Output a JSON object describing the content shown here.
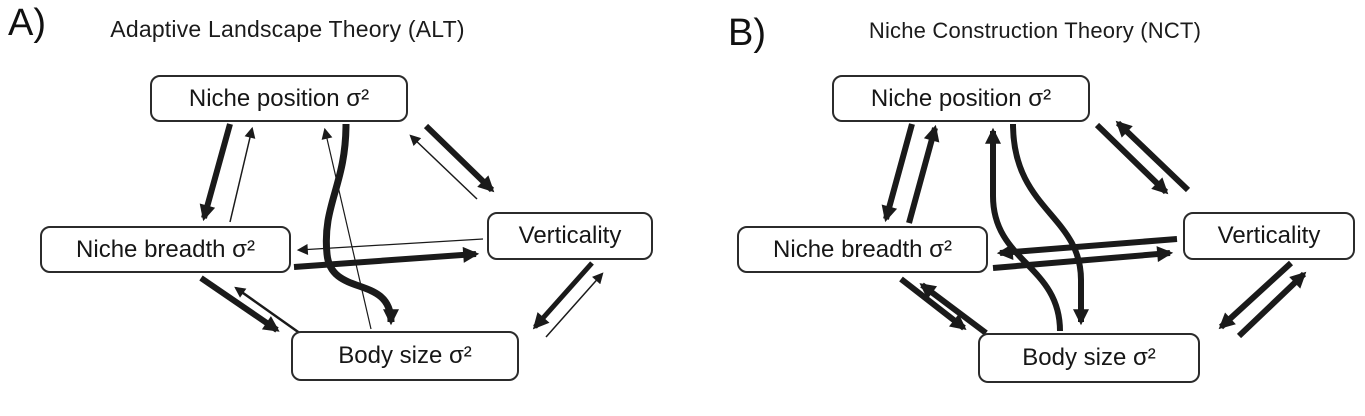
{
  "figure": {
    "description": "Two causal path diagrams comparing evolutionary theories",
    "background": "#ffffff"
  },
  "colors": {
    "arrow": "#1a1a1a",
    "node_border": "#2b2b2b",
    "text": "#111111"
  },
  "panels": [
    {
      "label": "A)",
      "title": "Adaptive Landscape Theory (ALT)",
      "nodes": {
        "niche_position": "Niche position σ²",
        "niche_breadth": "Niche breadth σ²",
        "verticality": "Verticality",
        "body_size": "Body size σ²"
      },
      "edges": [
        {
          "from": "niche_position",
          "to": "niche_breadth",
          "strength": "strong"
        },
        {
          "from": "niche_breadth",
          "to": "niche_position",
          "strength": "weak"
        },
        {
          "from": "niche_position",
          "to": "verticality",
          "strength": "strong"
        },
        {
          "from": "verticality",
          "to": "niche_position",
          "strength": "weak"
        },
        {
          "from": "niche_position",
          "to": "body_size",
          "strength": "strong"
        },
        {
          "from": "body_size",
          "to": "niche_position",
          "strength": "weak"
        },
        {
          "from": "niche_breadth",
          "to": "verticality",
          "strength": "strong"
        },
        {
          "from": "verticality",
          "to": "niche_breadth",
          "strength": "weak"
        },
        {
          "from": "niche_breadth",
          "to": "body_size",
          "strength": "strong"
        },
        {
          "from": "body_size",
          "to": "niche_breadth",
          "strength": "medium"
        },
        {
          "from": "verticality",
          "to": "body_size",
          "strength": "strong"
        },
        {
          "from": "body_size",
          "to": "verticality",
          "strength": "weak"
        }
      ]
    },
    {
      "label": "B)",
      "title": "Niche Construction Theory (NCT)",
      "nodes": {
        "niche_position": "Niche position σ²",
        "niche_breadth": "Niche breadth σ²",
        "verticality": "Verticality",
        "body_size": "Body size σ²"
      },
      "edges": [
        {
          "from": "niche_position",
          "to": "niche_breadth",
          "strength": "strong"
        },
        {
          "from": "niche_breadth",
          "to": "niche_position",
          "strength": "strong"
        },
        {
          "from": "niche_position",
          "to": "verticality",
          "strength": "strong"
        },
        {
          "from": "verticality",
          "to": "niche_position",
          "strength": "strong"
        },
        {
          "from": "niche_position",
          "to": "body_size",
          "strength": "strong"
        },
        {
          "from": "body_size",
          "to": "niche_position",
          "strength": "strong"
        },
        {
          "from": "niche_breadth",
          "to": "verticality",
          "strength": "strong"
        },
        {
          "from": "verticality",
          "to": "niche_breadth",
          "strength": "strong"
        },
        {
          "from": "niche_breadth",
          "to": "body_size",
          "strength": "strong"
        },
        {
          "from": "body_size",
          "to": "niche_breadth",
          "strength": "strong"
        },
        {
          "from": "verticality",
          "to": "body_size",
          "strength": "strong"
        },
        {
          "from": "body_size",
          "to": "verticality",
          "strength": "strong"
        }
      ]
    }
  ]
}
